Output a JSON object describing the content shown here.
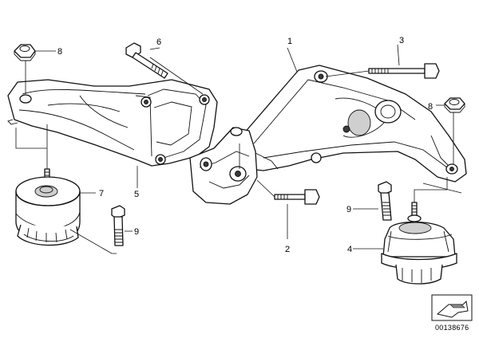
{
  "callouts": {
    "p1": "1",
    "p2": "2",
    "p3": "3",
    "p4": "4",
    "p5": "5",
    "p6": "6",
    "p7": "7",
    "p8a": "8",
    "p8b": "8",
    "p9a": "9",
    "p9b": "9"
  },
  "footer": {
    "document_number": "00138676"
  },
  "colors": {
    "line": "#111111",
    "background": "#ffffff",
    "shade": "#cfcfcf"
  },
  "icons": {
    "corner_symbol": "page-corner-icon"
  }
}
